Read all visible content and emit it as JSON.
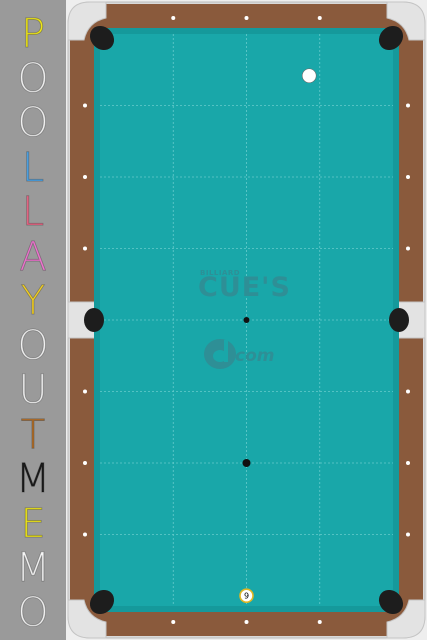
{
  "title": {
    "letters": [
      {
        "char": "P",
        "color": "#f2ea1e"
      },
      {
        "char": "O",
        "color": "#f6f6f6"
      },
      {
        "char": "O",
        "color": "#f6f6f6"
      },
      {
        "char": "L",
        "color": "#4fa9ee"
      },
      {
        "char": "L",
        "color": "#f06a8a"
      },
      {
        "char": "A",
        "color": "#f07ad2"
      },
      {
        "char": "Y",
        "color": "#f7d52a"
      },
      {
        "char": "O",
        "color": "#f6f6f6"
      },
      {
        "char": "U",
        "color": "#f6f6f6"
      },
      {
        "char": "T",
        "color": "#b8732c"
      },
      {
        "char": "M",
        "color": "#1a1a1a"
      },
      {
        "char": "E",
        "color": "#f2ea1e"
      },
      {
        "char": "M",
        "color": "#f6f6f6"
      },
      {
        "char": "O",
        "color": "#f6f6f6"
      }
    ]
  },
  "logo": {
    "billiard": "BILLIARD",
    "cues": "CUE'S",
    "com": "com"
  },
  "colors": {
    "felt": "#19a7a9",
    "cushion": "#15999b",
    "rail": "#8a5a3c",
    "frame": "#d9d9d9",
    "pocket": "#1d1d1d",
    "logo": "#2e8f96"
  },
  "balls": [
    {
      "id": "cue-ball",
      "label": "",
      "col": 0.714,
      "row": 0.073
    },
    {
      "id": "nine-ball",
      "label": "9",
      "col": 0.5,
      "row": 0.982
    }
  ],
  "spots": [
    {
      "id": "center-spot",
      "col": 0.5,
      "row": 0.5
    },
    {
      "id": "foot-spot",
      "col": 0.5,
      "row": 0.75
    }
  ]
}
